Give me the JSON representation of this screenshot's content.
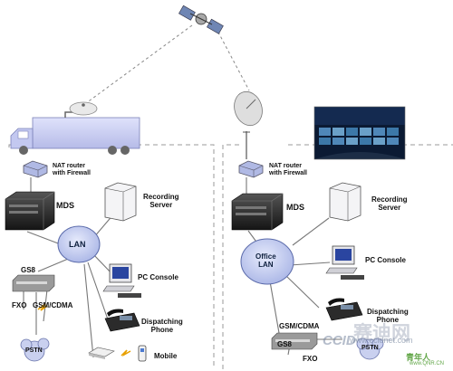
{
  "left_site": {
    "router": "NAT router\nwith Firewall",
    "mds": "MDS",
    "recording": "Recording\nServer",
    "lan": "LAN",
    "console": "PC Console",
    "phone": "Dispatching\nPhone",
    "gs8": "GS8",
    "fxo": "FXO",
    "gsm": "GSM/CDMA",
    "pstn": "PSTN",
    "mobile": "Mobile"
  },
  "right_site": {
    "router": "NAT router\nwith Firewall",
    "mds": "MDS",
    "recording": "Recording\nServer",
    "lan": "Office\nLAN",
    "console": "PC Console",
    "phone": "Dispatching\nPhone",
    "gsm": "GSM/CDMA",
    "gs8": "GS8",
    "fxo": "FXO",
    "pstn": "PSTN"
  },
  "watermark": {
    "ccid": "CCID",
    "site": "www.ccidnet.com",
    "cn_big": "赛迪网",
    "cn_small": "青年人",
    "url_small": "www.QNR.CN"
  },
  "colors": {
    "lan_bubble": "#b9c3ec",
    "lan_stroke": "#5a6aaa",
    "dashed": "#999999",
    "truck": "#c9cdf2",
    "device_dark": "#2a2a2a"
  }
}
